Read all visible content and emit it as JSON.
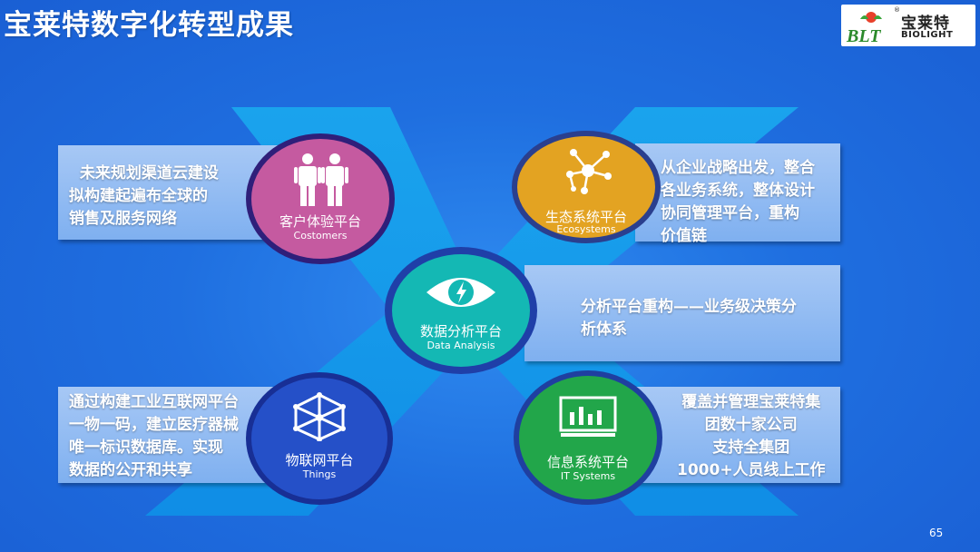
{
  "title": "宝莱特数字化转型成果",
  "logo": {
    "name_cn": "宝莱特",
    "name_en": "BIOLIGHT",
    "mark": "BLT"
  },
  "boxes": {
    "customers": "  未来规划渠道云建设\n拟构建起遍布全球的\n销售及服务网络",
    "ecosystems": "从企业战略出发，整合\n各业务系统，整体设计\n协同管理平台，重构\n价值链",
    "analysis": "分析平台重构——业务级决策分\n析体系",
    "things": "通过构建工业互联网平台\n一物一码，建立医疗器械\n唯一标识数据库。实现\n数据的公开和共享",
    "it": "覆盖并管理宝莱特集\n团数十家公司\n支持全集团\n1000+人员线上工作"
  },
  "platforms": {
    "customers": {
      "cn": "客户体验平台",
      "en": "Costomers",
      "icon": "people-icon",
      "color": "#c55aa0"
    },
    "ecosystems": {
      "cn": "生态系统平台",
      "en": "Ecosystems",
      "icon": "network-icon",
      "color": "#e3a322"
    },
    "analysis": {
      "cn": "数据分析平台",
      "en": "Data Analysis",
      "icon": "eye-icon",
      "color": "#14b8b4"
    },
    "things": {
      "cn": "物联网平台",
      "en": "Things",
      "icon": "cube-network-icon",
      "color": "#2550c8"
    },
    "it": {
      "cn": "信息系统平台",
      "en": "IT Systems",
      "icon": "dashboard-icon",
      "color": "#22a64a"
    }
  },
  "page_number": "65"
}
